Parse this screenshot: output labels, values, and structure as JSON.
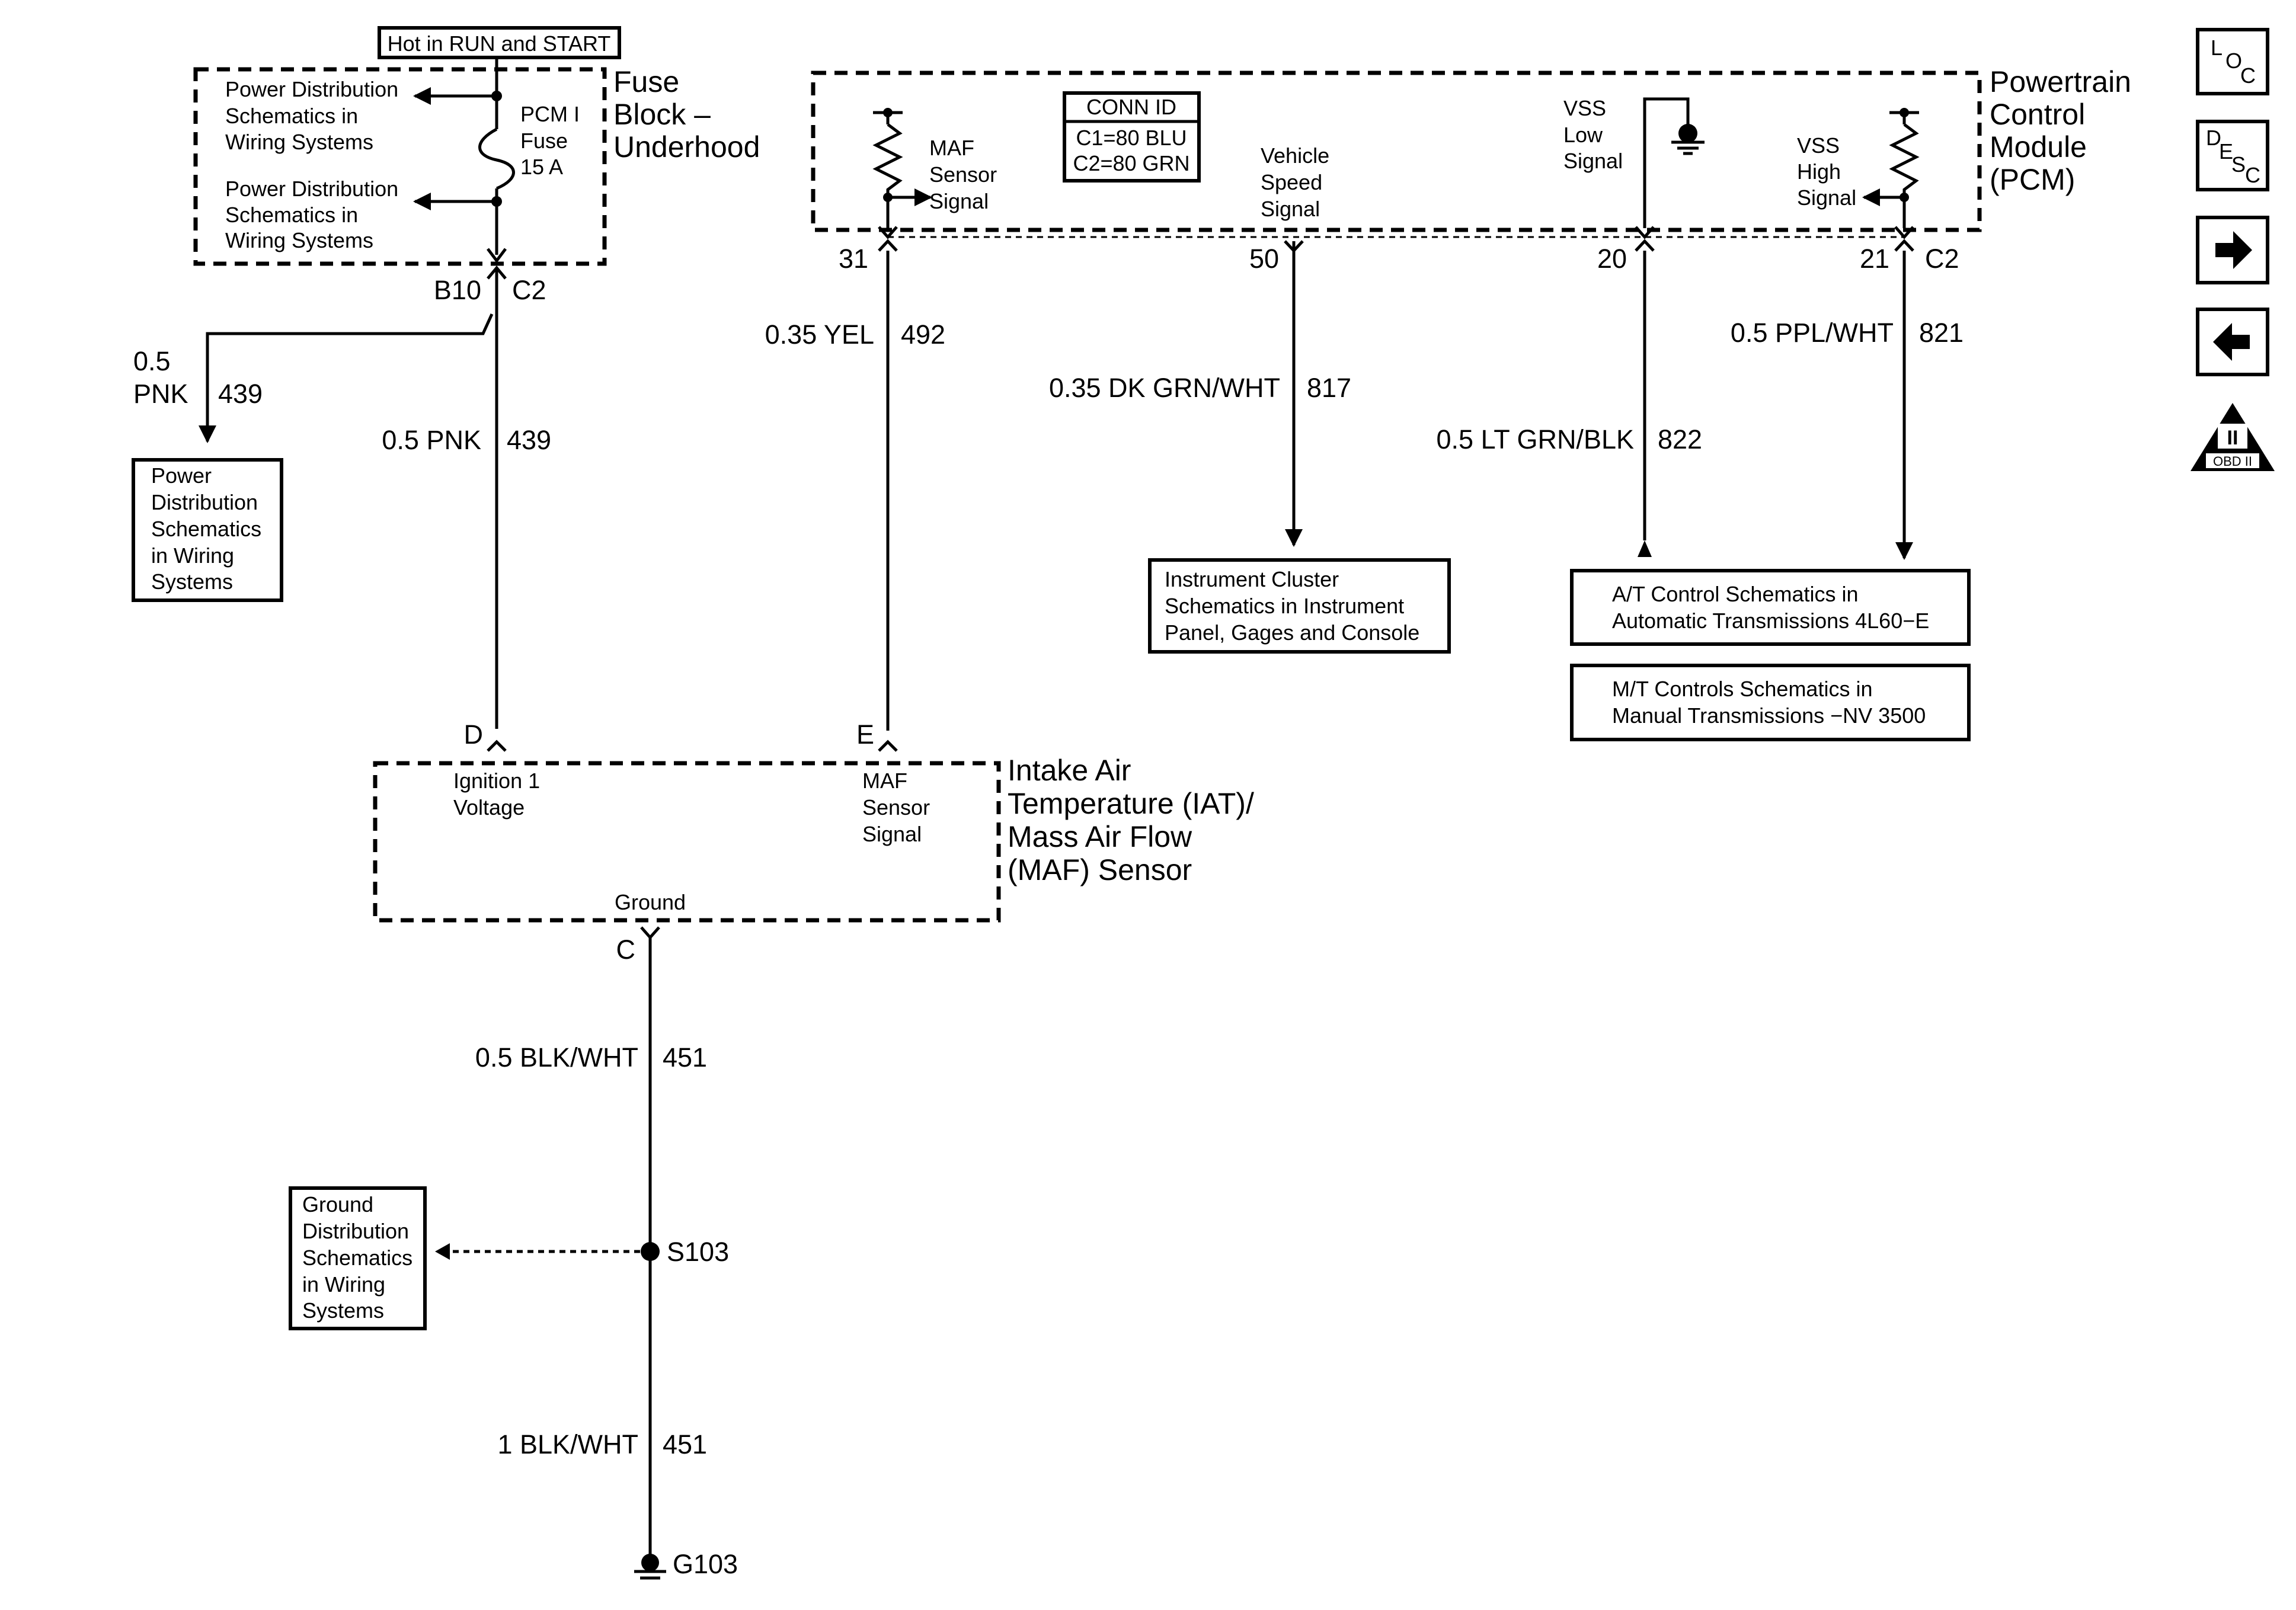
{
  "fuse_block": {
    "hot_label": "Hot in RUN and START",
    "title": [
      "Fuse",
      "Block –",
      "Underhood"
    ],
    "pd_upper": [
      "Power Distribution",
      "Schematics in",
      "Wiring Systems"
    ],
    "pd_lower": [
      "Power Distribution",
      "Schematics in",
      "Wiring Systems"
    ],
    "fuse": [
      "PCM I",
      "Fuse",
      "15 A"
    ],
    "pin": "B10",
    "connector": "C2"
  },
  "pcm": {
    "title": [
      "Powertrain",
      "Control",
      "Module",
      "(PCM)"
    ],
    "conn_id": {
      "title": "CONN ID",
      "lines": [
        "C1=80 BLU",
        "C2=80 GRN"
      ]
    },
    "maf_signal": [
      "MAF",
      "Sensor",
      "Signal"
    ],
    "vehicle_speed": [
      "Vehicle",
      "Speed",
      "Signal"
    ],
    "vss_low": [
      "VSS",
      "Low",
      "Signal"
    ],
    "vss_high": [
      "VSS",
      "High",
      "Signal"
    ],
    "pins": {
      "maf": "31",
      "speed": "50",
      "vss_low": "20",
      "vss_high": "21"
    },
    "connector": "C2"
  },
  "wires": {
    "branch_pnk": {
      "size": "0.5",
      "color": "PNK",
      "circuit": "439"
    },
    "pnk": {
      "label": "0.5 PNK",
      "circuit": "439"
    },
    "yel": {
      "label": "0.35 YEL",
      "circuit": "492"
    },
    "dk_grn": {
      "label": "0.35 DK GRN/WHT",
      "circuit": "817"
    },
    "lt_grn": {
      "label": "0.5 LT GRN/BLK",
      "circuit": "822"
    },
    "ppl": {
      "label": "0.5 PPL/WHT",
      "circuit": "821"
    },
    "blk_upper": {
      "label": "0.5 BLK/WHT",
      "circuit": "451"
    },
    "blk_lower": {
      "label": "1 BLK/WHT",
      "circuit": "451"
    }
  },
  "refs": {
    "power_dist": [
      "Power",
      "Distribution",
      "Schematics",
      "in Wiring",
      "Systems"
    ],
    "instrument": [
      "Instrument Cluster",
      "Schematics in Instrument",
      "Panel, Gages and Console"
    ],
    "at_control": [
      "A/T Control Schematics in",
      "Automatic Transmissions 4L60−E"
    ],
    "mt_control": [
      "M/T Controls Schematics in",
      "Manual Transmissions −NV 3500"
    ],
    "ground_dist": [
      "Ground",
      "Distribution",
      "Schematics",
      "in Wiring",
      "Systems"
    ]
  },
  "maf_sensor": {
    "title": [
      "Intake Air",
      "Temperature (IAT)/",
      "Mass Air Flow",
      "(MAF) Sensor"
    ],
    "ignition": [
      "Ignition 1",
      "Voltage"
    ],
    "maf_signal": [
      "MAF",
      "Sensor",
      "Signal"
    ],
    "ground": "Ground",
    "pin_d": "D",
    "pin_e": "E",
    "pin_c": "C"
  },
  "splice": "S103",
  "ground_point": "G103",
  "nav": {
    "loc": {
      "l": "L",
      "o": "O",
      "c": "C"
    },
    "desc": {
      "d": "D",
      "e": "E",
      "s": "S",
      "c": "C"
    },
    "obd": {
      "roman": "II",
      "label": "OBD II"
    }
  }
}
